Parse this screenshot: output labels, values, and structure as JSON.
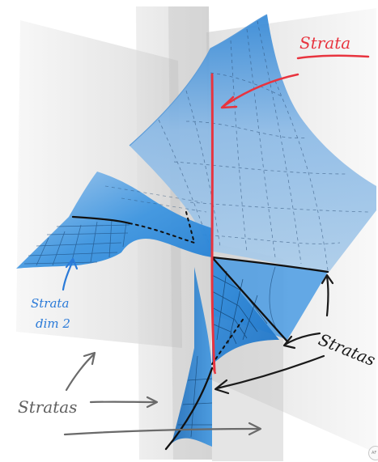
{
  "labels": {
    "strata_top": "Strata",
    "strata_dim2_line1": "Strata",
    "strata_dim2_line2": "dim 2",
    "stratas_right": "Stratas",
    "stratas_left": "Stratas"
  },
  "colors": {
    "surface_blue": "#2f8fe0",
    "surface_blue_light": "#8cc1ee",
    "plane_gray": "#cfcfcf",
    "strata_red": "#e8343f",
    "annotation_blue": "#2a7ad8",
    "annotation_black": "#1a1a1a",
    "annotation_gray": "#6a6a6a"
  },
  "corner_badge": "AF"
}
